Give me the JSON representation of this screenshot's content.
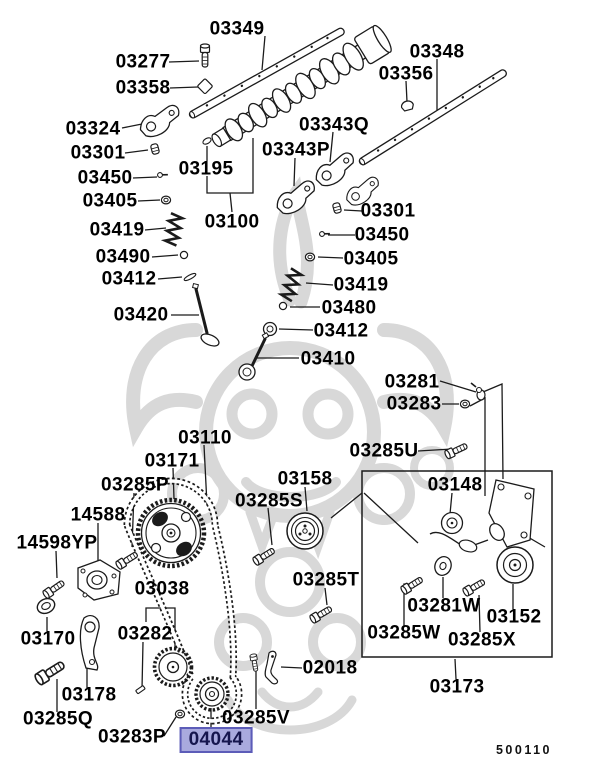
{
  "page": {
    "doc_number": "500110"
  },
  "selection": {
    "selected_part": "04044",
    "highlight_fill": "#a9aade",
    "highlight_border": "#5c5cb8",
    "line_color": "#1b1b1b",
    "watermark_color": "#d8d8d8"
  },
  "labels": [
    {
      "text": "03349"
    },
    {
      "text": "03277"
    },
    {
      "text": "03358"
    },
    {
      "text": "03348"
    },
    {
      "text": "03356"
    },
    {
      "text": "03324"
    },
    {
      "text": "03301"
    },
    {
      "text": "03450"
    },
    {
      "text": "03405"
    },
    {
      "text": "03419"
    },
    {
      "text": "03490"
    },
    {
      "text": "03412"
    },
    {
      "text": "03420"
    },
    {
      "text": "03195"
    },
    {
      "text": "03100"
    },
    {
      "text": "03343Q"
    },
    {
      "text": "03343P"
    },
    {
      "text": "03301"
    },
    {
      "text": "03450"
    },
    {
      "text": "03405"
    },
    {
      "text": "03419"
    },
    {
      "text": "03480"
    },
    {
      "text": "03412"
    },
    {
      "text": "03410"
    },
    {
      "text": "03281"
    },
    {
      "text": "03283"
    },
    {
      "text": "03285U"
    },
    {
      "text": "03110"
    },
    {
      "text": "03171"
    },
    {
      "text": "03285P"
    },
    {
      "text": "03158"
    },
    {
      "text": "03285S"
    },
    {
      "text": "03148"
    },
    {
      "text": "14588"
    },
    {
      "text": "14598YP"
    },
    {
      "text": "03038"
    },
    {
      "text": "03285T"
    },
    {
      "text": "03170"
    },
    {
      "text": "03282"
    },
    {
      "text": "03281W"
    },
    {
      "text": "03152"
    },
    {
      "text": "03285W"
    },
    {
      "text": "03285X"
    },
    {
      "text": "03178"
    },
    {
      "text": "02018"
    },
    {
      "text": "03285Q"
    },
    {
      "text": "03285V"
    },
    {
      "text": "03283P"
    },
    {
      "text": "04044"
    },
    {
      "text": "03173"
    }
  ]
}
